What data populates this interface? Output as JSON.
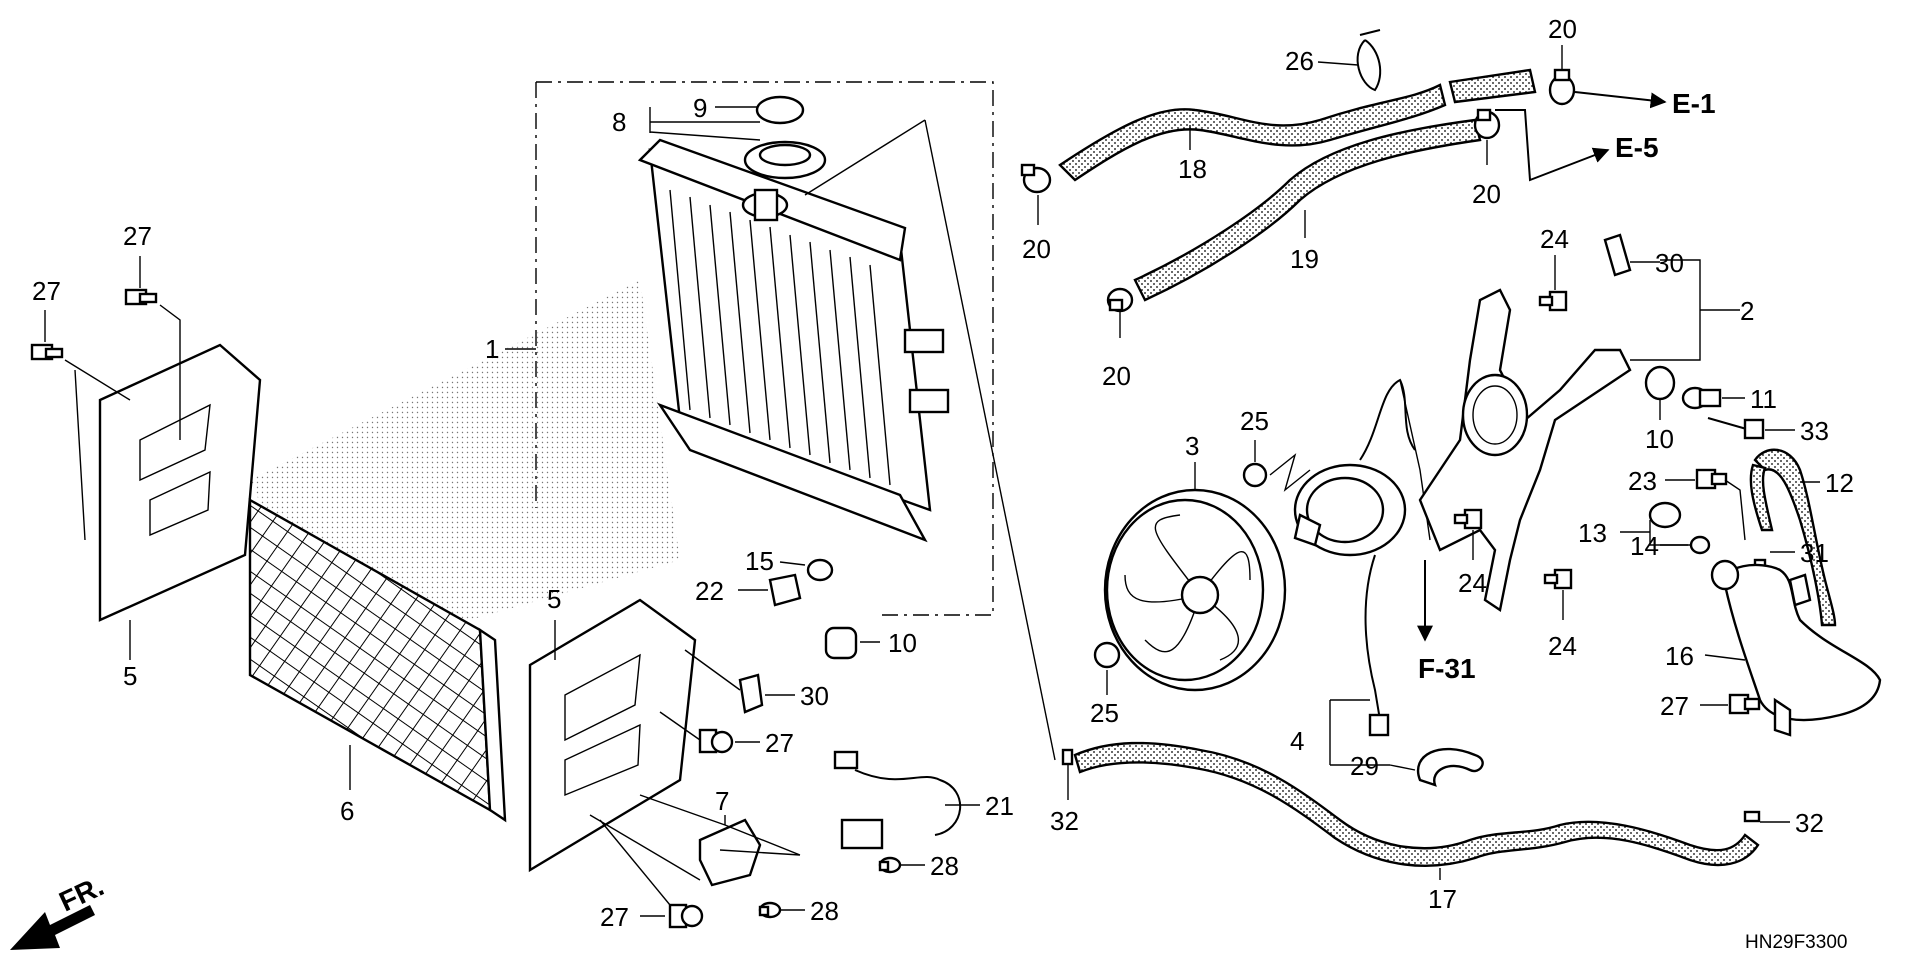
{
  "diagram_code": "HN29F3300",
  "front_label": "FR.",
  "labels": {
    "p1": "1",
    "p2": "2",
    "p3": "3",
    "p4": "4",
    "p5a": "5",
    "p5b": "5",
    "p6": "6",
    "p7": "7",
    "p8": "8",
    "p9": "9",
    "p10a": "10",
    "p10b": "10",
    "p11": "11",
    "p12": "12",
    "p13": "13",
    "p14": "14",
    "p15": "15",
    "p16": "16",
    "p17": "17",
    "p18": "18",
    "p19": "19",
    "p20a": "20",
    "p20b": "20",
    "p20c": "20",
    "p20d": "20",
    "p21": "21",
    "p22": "22",
    "p23": "23",
    "p24a": "24",
    "p24b": "24",
    "p24c": "24",
    "p25a": "25",
    "p25b": "25",
    "p26": "26",
    "p27a": "27",
    "p27b": "27",
    "p27c": "27",
    "p27d": "27",
    "p27e": "27",
    "p28a": "28",
    "p28b": "28",
    "p29": "29",
    "p30a": "30",
    "p30b": "30",
    "p31": "31",
    "p32a": "32",
    "p32b": "32",
    "p33": "33"
  },
  "references": {
    "e1": "E-1",
    "e5": "E-5",
    "f31": "F-31"
  }
}
